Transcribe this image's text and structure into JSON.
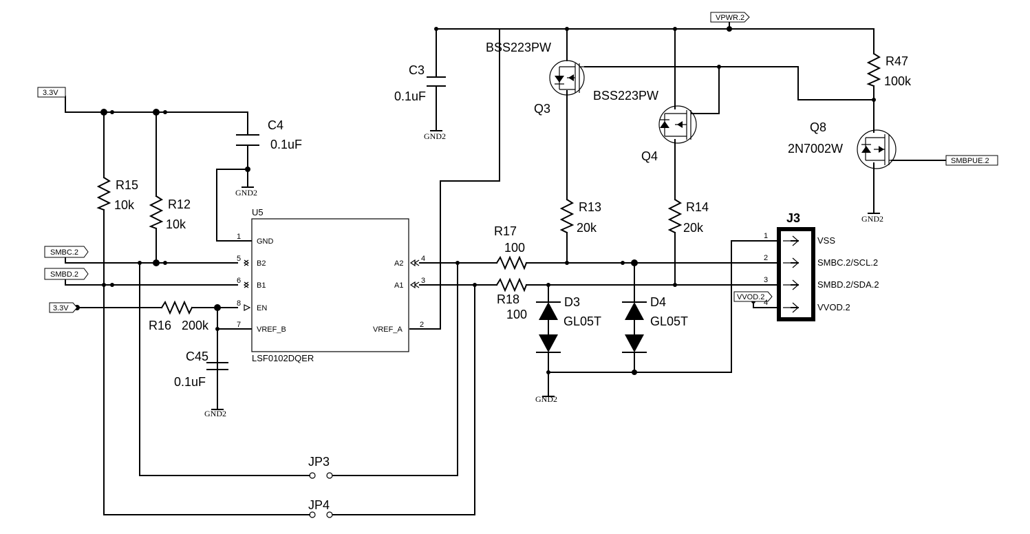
{
  "nets": {
    "v33_top": "3.3V",
    "v33_en": "3.3V",
    "smbc": "SMBC.2",
    "smbd": "SMBD.2",
    "vpwr": "VPWR.2",
    "smbpue": "SMBPUE.2",
    "vvod": "VVOD.2",
    "gnd": "GND2"
  },
  "components": {
    "c3": {
      "ref": "C3",
      "value": "0.1uF"
    },
    "c4": {
      "ref": "C4",
      "value": "0.1uF"
    },
    "c45": {
      "ref": "C45",
      "value": "0.1uF"
    },
    "r15": {
      "ref": "R15",
      "value": "10k"
    },
    "r12": {
      "ref": "R12",
      "value": "10k"
    },
    "r16": {
      "ref": "R16",
      "value": "200k"
    },
    "r17": {
      "ref": "R17",
      "value": "100"
    },
    "r18": {
      "ref": "R18",
      "value": "100"
    },
    "r13": {
      "ref": "R13",
      "value": "20k"
    },
    "r14": {
      "ref": "R14",
      "value": "20k"
    },
    "r47": {
      "ref": "R47",
      "value": "100k"
    },
    "q3": {
      "ref": "Q3",
      "part": "BSS223PW"
    },
    "q4": {
      "ref": "Q4",
      "part": "BSS223PW"
    },
    "q8": {
      "ref": "Q8",
      "part": "2N7002W"
    },
    "d3": {
      "ref": "D3",
      "part": "GL05T"
    },
    "d4": {
      "ref": "D4",
      "part": "GL05T"
    },
    "jp3": {
      "ref": "JP3"
    },
    "jp4": {
      "ref": "JP4"
    }
  },
  "u5": {
    "ref": "U5",
    "part": "LSF0102DQER",
    "pins": {
      "p1": {
        "num": "1",
        "name": "GND"
      },
      "p5": {
        "num": "5",
        "name": "B2"
      },
      "p6": {
        "num": "6",
        "name": "B1"
      },
      "p8": {
        "num": "8",
        "name": "EN"
      },
      "p7": {
        "num": "7",
        "name": "VREF_B"
      },
      "p4": {
        "num": "4",
        "name": "A2"
      },
      "p3": {
        "num": "3",
        "name": "A1"
      },
      "p2": {
        "num": "2",
        "name": "VREF_A"
      }
    }
  },
  "j3": {
    "ref": "J3",
    "pins": [
      {
        "num": "1",
        "name": "VSS"
      },
      {
        "num": "2",
        "name": "SMBC.2/SCL.2"
      },
      {
        "num": "3",
        "name": "SMBD.2/SDA.2"
      },
      {
        "num": "4",
        "name": "VVOD.2"
      }
    ]
  }
}
